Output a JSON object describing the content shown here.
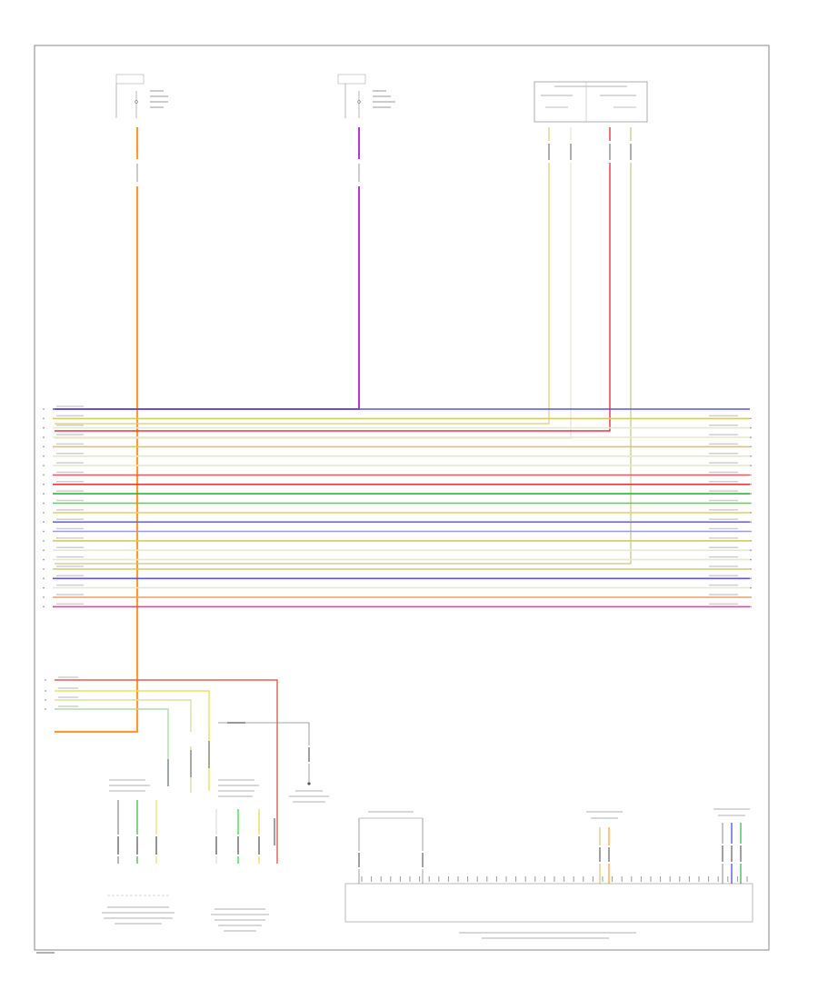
{
  "diagram": {
    "footer_code": "",
    "upper_fuses": [
      {
        "name": "fuse-left",
        "color": "#ff9a2e"
      },
      {
        "name": "fuse-middle",
        "color": "#b23ad6"
      }
    ],
    "top_right_connector": {
      "wire_colors": [
        "#d8d070",
        "#e5e5d5",
        "#e23a3a",
        "#c9c48a"
      ]
    },
    "bus_wires": [
      {
        "color": "#5555dd"
      },
      {
        "color": "#d6c866"
      },
      {
        "color": "#e8e8d0"
      },
      {
        "color": "#e8e8d0"
      },
      {
        "color": "#d6c866"
      },
      {
        "color": "#e8e8d0"
      },
      {
        "color": "#e8e8d0"
      },
      {
        "color": "#e85a5a"
      },
      {
        "color": "#e23a3a"
      },
      {
        "color": "#2db82d"
      },
      {
        "color": "#4bd84b"
      },
      {
        "color": "#e8d070"
      },
      {
        "color": "#6a6ae8"
      },
      {
        "color": "#9a9ae8"
      },
      {
        "color": "#d6c866"
      },
      {
        "color": "#e8e8d0"
      },
      {
        "color": "#e8e8d0"
      },
      {
        "color": "#d6c866"
      },
      {
        "color": "#5a5ae8"
      },
      {
        "color": "#e8e8d0"
      },
      {
        "color": "#e8a070"
      },
      {
        "color": "#e8449a"
      }
    ],
    "lower_wires": [
      {
        "color": "#e85a5a"
      },
      {
        "color": "#e8e060"
      },
      {
        "color": "#d8e0a0"
      },
      {
        "color": "#b4d8b4"
      },
      {
        "color": "#ff9a2e"
      }
    ],
    "components": [
      {
        "name": "left-lower-connector"
      },
      {
        "name": "middle-lower-connector"
      },
      {
        "name": "ground-point"
      },
      {
        "name": "bottom-module"
      }
    ]
  }
}
